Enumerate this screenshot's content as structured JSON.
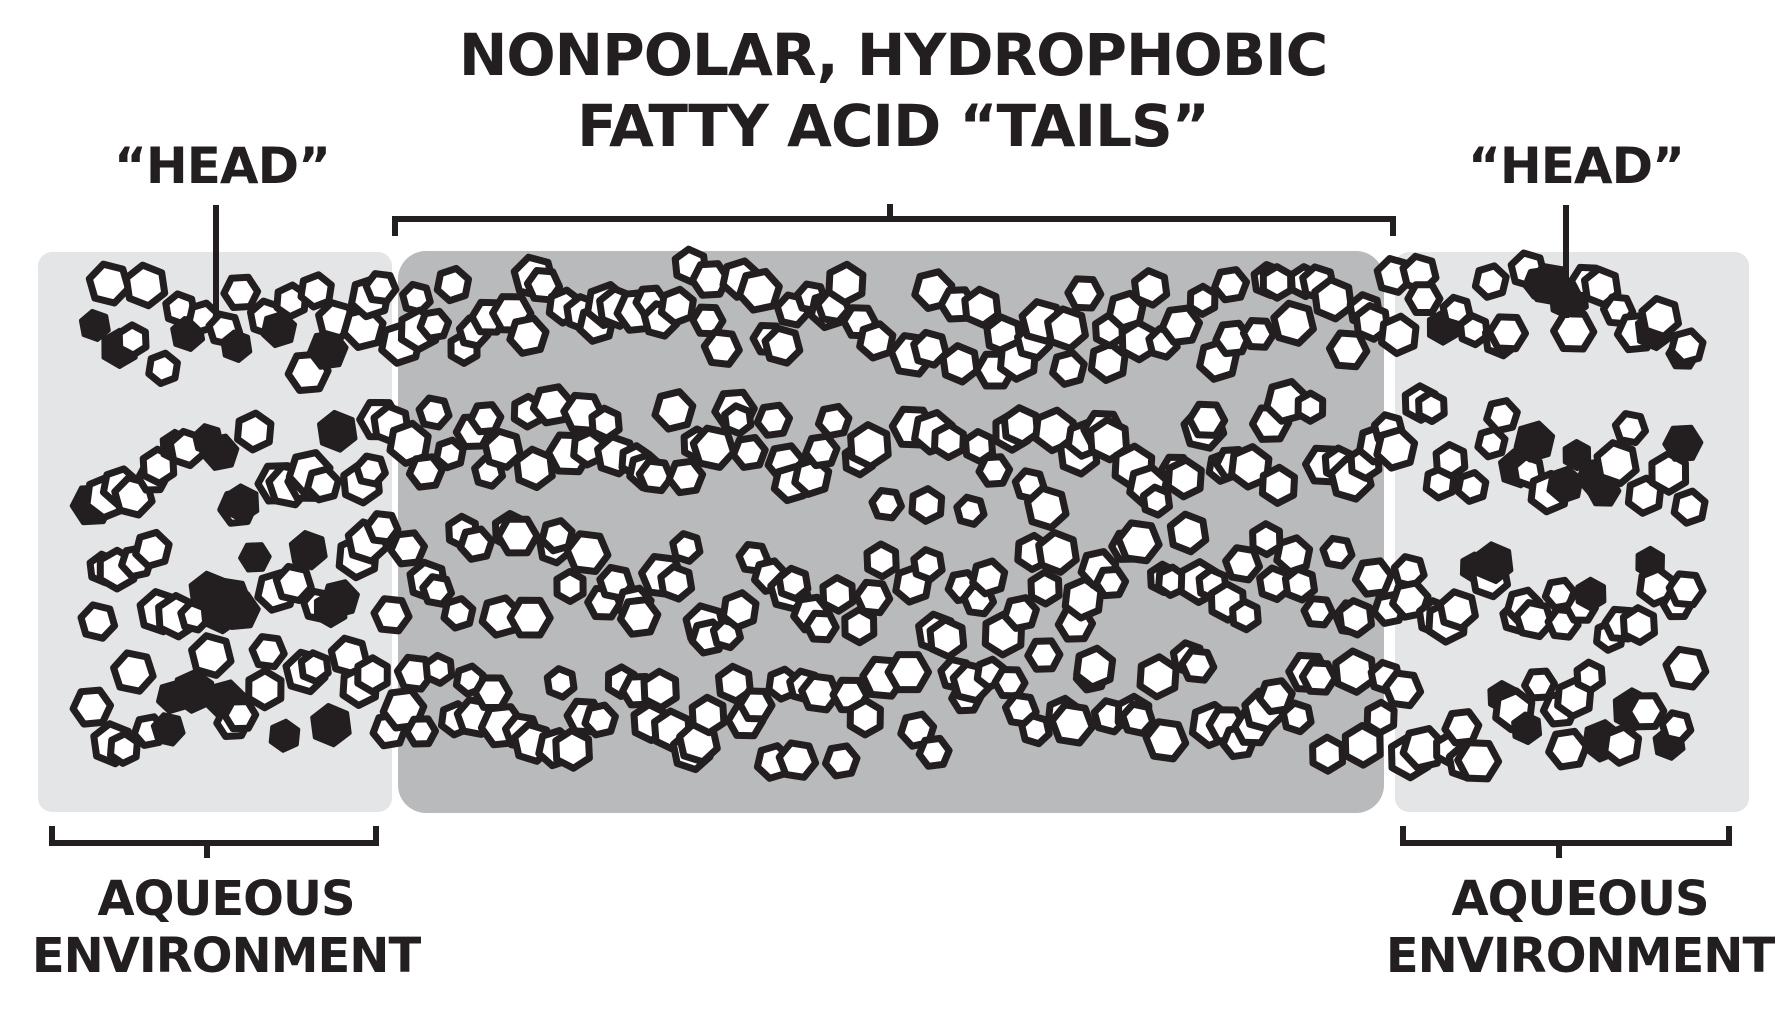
{
  "title": {
    "line1": "NONPOLAR, HYDROPHOBIC",
    "line2": "FATTY ACID “TAILS”"
  },
  "head_left": "“HEAD”",
  "head_right": "“HEAD”",
  "aqueous_left": {
    "line1": "AQUEOUS",
    "line2": "ENVIRONMENT"
  },
  "aqueous_right": {
    "line1": "AQUEOUS",
    "line2": "ENVIRONMENT"
  },
  "colors": {
    "aqueous_region": "#e4e5e6",
    "hydrophobic_region": "#b9babc",
    "atom_outline": "#231f20",
    "atom_fill": "#ffffff",
    "ink": "#231f20"
  }
}
